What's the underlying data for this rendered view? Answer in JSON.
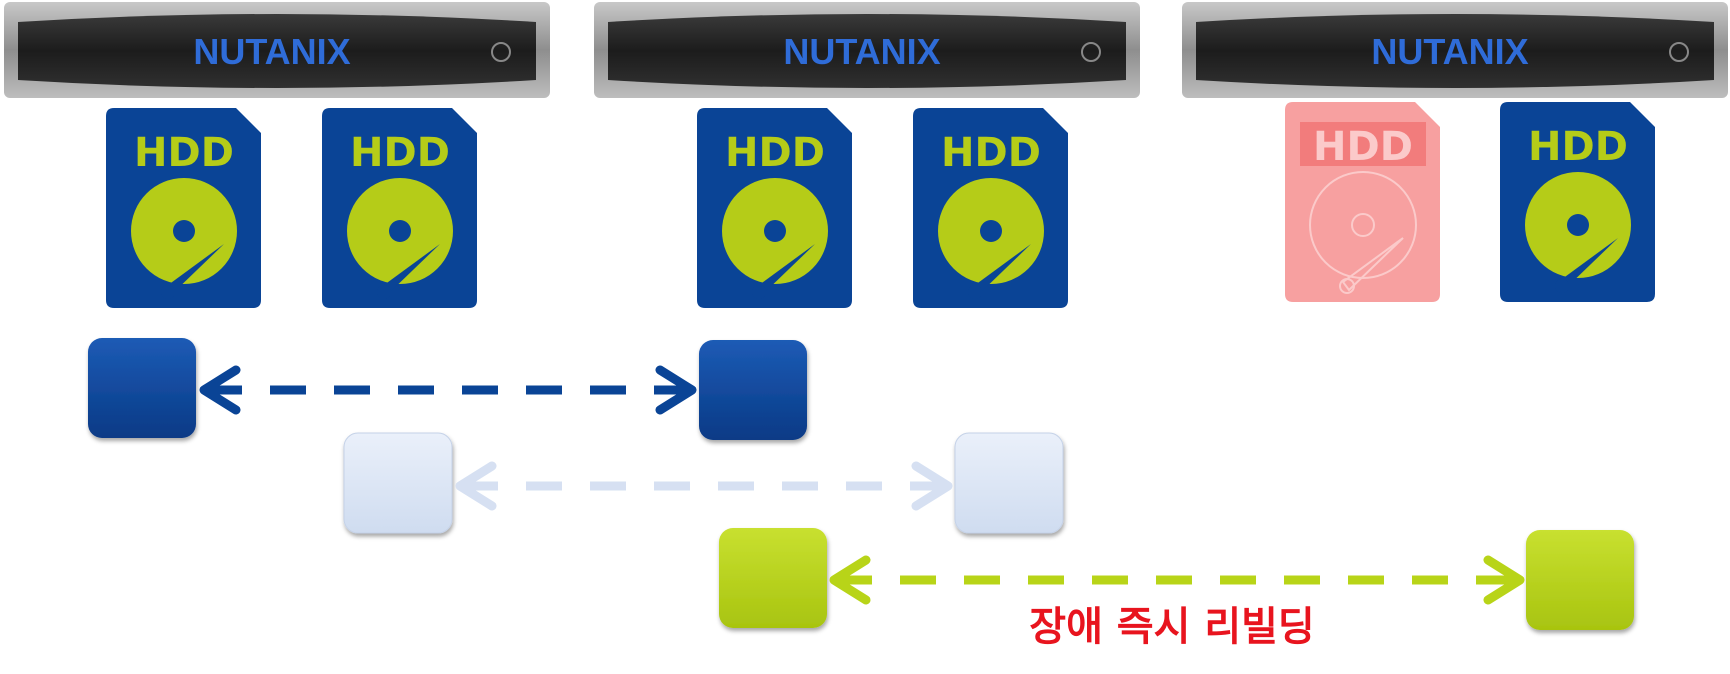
{
  "nodes": [
    {
      "brand": "NUTANIX"
    },
    {
      "brand": "NUTANIX"
    },
    {
      "brand": "NUTANIX"
    }
  ],
  "disks": [
    {
      "label": "HDD",
      "status": "normal"
    },
    {
      "label": "HDD",
      "status": "normal"
    },
    {
      "label": "HDD",
      "status": "normal"
    },
    {
      "label": "HDD",
      "status": "normal"
    },
    {
      "label": "HDD",
      "status": "failed"
    },
    {
      "label": "HDD",
      "status": "normal"
    }
  ],
  "annotation": "장애 즉시 리빌딩",
  "colors": {
    "disk_blue": "#0a4496",
    "disk_green": "#b5cc18",
    "failed": "#f7a0a0",
    "replica_blue": "#0a4496",
    "replica_light": "#dde6f5",
    "replica_green": "#b8d418",
    "annotation": "#e8141e",
    "bezel_dark": "#222222",
    "bezel_frame": "#9a9a9a",
    "brand_blue": "#2f6cd8",
    "brand_green": "#b5d418"
  }
}
